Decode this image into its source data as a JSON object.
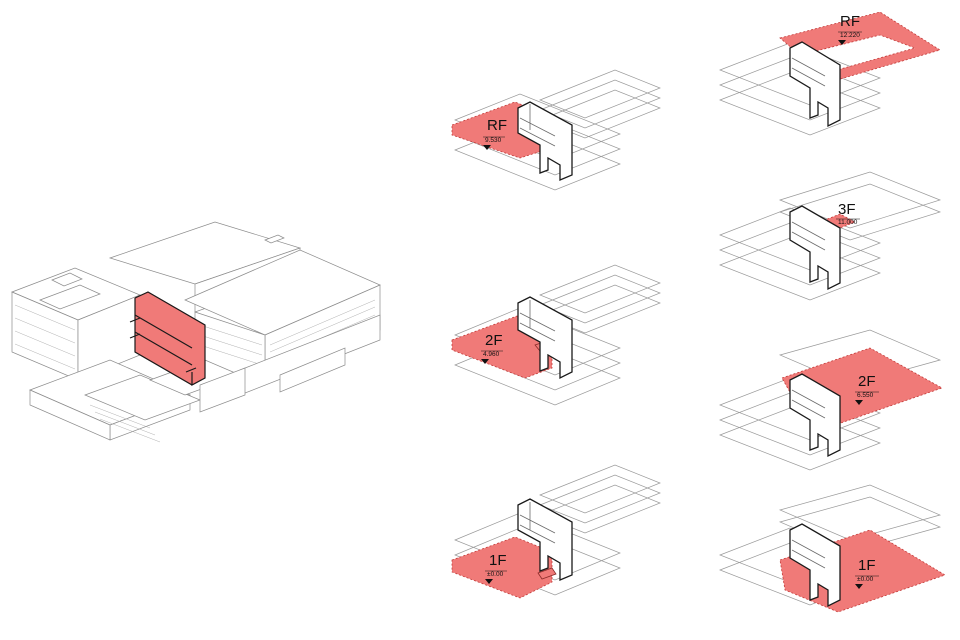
{
  "diagram": {
    "panels": [
      {
        "id": "a-rf",
        "level": "RF",
        "elevation": "9.530"
      },
      {
        "id": "a-2f",
        "level": "2F",
        "elevation": "4.960"
      },
      {
        "id": "a-1f",
        "level": "1F",
        "elevation": "±0.00"
      },
      {
        "id": "b-rf",
        "level": "RF",
        "elevation": "12.220"
      },
      {
        "id": "b-3f",
        "level": "3F",
        "elevation": "11.000"
      },
      {
        "id": "b-2f",
        "level": "2F",
        "elevation": "6.550"
      },
      {
        "id": "b-1f",
        "level": "1F",
        "elevation": "±0.00"
      }
    ],
    "colors": {
      "highlight": "#f07a78",
      "line": "#9a9a9a",
      "section": "#1a1a1a"
    }
  }
}
